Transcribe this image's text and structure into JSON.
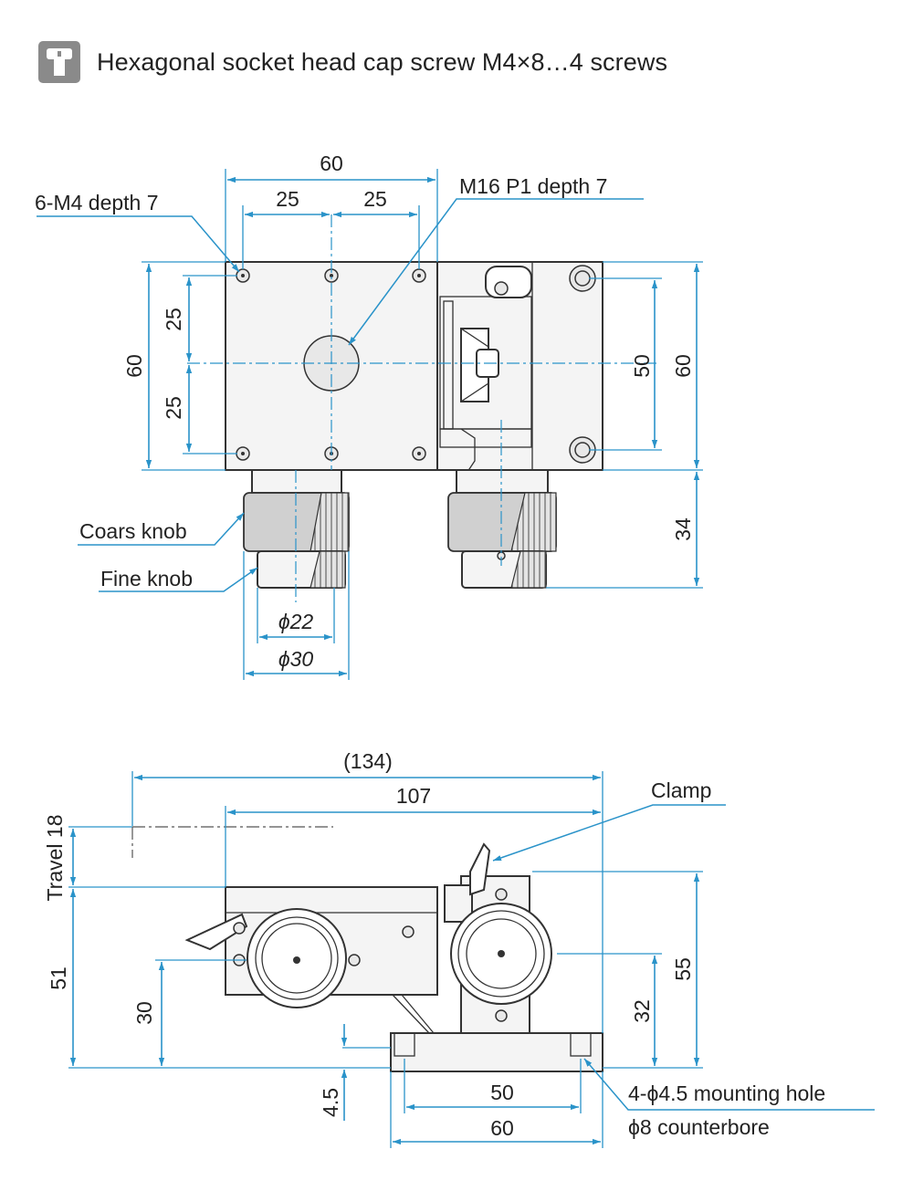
{
  "header": {
    "title": "Hexagonal socket head cap screw M4×8…4 screws",
    "icon": "hex-screw-icon"
  },
  "top_view": {
    "dim_60_top": "60",
    "dim_25_left": "25",
    "dim_25_right": "25",
    "label_6m4": "6-M4 depth 7",
    "label_m16": "M16 P1 depth 7",
    "dim_60_left": "60",
    "dim_25_v_upper": "25",
    "dim_25_v_lower": "25",
    "dim_50_right": "50",
    "dim_60_right": "60",
    "dim_34": "34",
    "label_coarse": "Coars knob",
    "label_fine": "Fine knob",
    "dim_phi22": "ϕ22",
    "dim_phi30": "ϕ30"
  },
  "side_view": {
    "dim_134": "(134)",
    "dim_107": "107",
    "label_clamp": "Clamp",
    "label_travel": "Travel 18",
    "dim_51": "51",
    "dim_30": "30",
    "dim_55": "55",
    "dim_32": "32",
    "dim_4_5": "4.5",
    "dim_50": "50",
    "dim_60": "60",
    "label_mount": "4-ϕ4.5 mounting hole",
    "label_counterbore": "ϕ8 counterbore"
  },
  "colors": {
    "dimension": "#2a93c9",
    "outline": "#333333",
    "icon_bg": "#8a8a8a"
  }
}
